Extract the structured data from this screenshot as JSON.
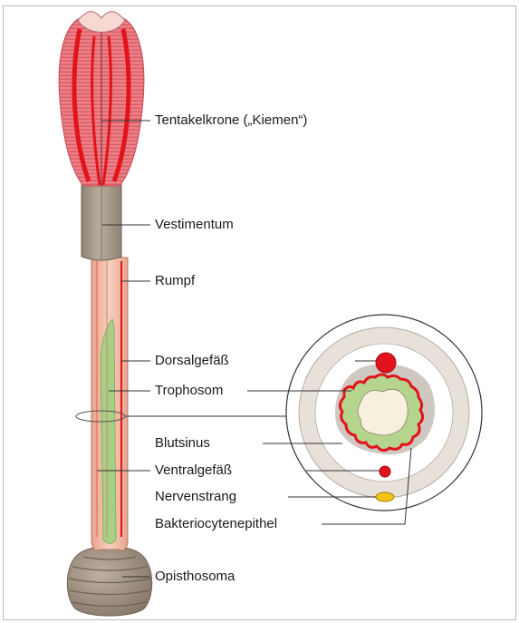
{
  "labels": {
    "tentakelkrone": "Tentakelkrone („Kiemen“)",
    "vestimentum": "Vestimentum",
    "rumpf": "Rumpf",
    "dorsalgefaess": "Dorsalgefäß",
    "trophosom": "Trophosom",
    "blutsinus": "Blutsinus",
    "ventralgefaess": "Ventralgefäß",
    "nervenstrang": "Nervenstrang",
    "bakteriocytenepithel": "Bakteriocytenepithel",
    "opisthosoma": "Opisthosoma"
  },
  "colors": {
    "tentacle_pink": "#ef7f85",
    "tentacle_red": "#e3131b",
    "vestimentum_brown": "#a79b8b",
    "trunk_salmon": "#f0b6a0",
    "trophosome_green": "#b5d58f",
    "blood_red": "#e3131b",
    "cross_section_ring": "#e7e1d9",
    "nerve_yellow": "#f2c318",
    "opisthosoma_brown": "#9c8d7c"
  }
}
